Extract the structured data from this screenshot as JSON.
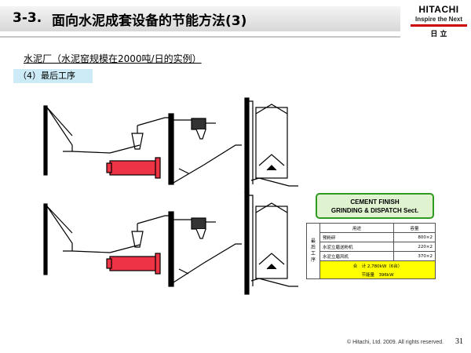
{
  "header": {
    "section_number": "3-3.",
    "title": "面向水泥成套设备的节能方法(3)"
  },
  "logo": {
    "name": "HITACHI",
    "tagline": "Inspire the Next",
    "japanese": "日 立"
  },
  "subtitle": "水泥厂（水泥窑规模在2000吨/日的实例）",
  "step_label": "（4）最后工序",
  "cement_box": {
    "line1": "CEMENT FINISH",
    "line2": "GRINDING & DISPATCH Sect."
  },
  "spec_table": {
    "row_header": "最后工序",
    "col_use": "用途",
    "col_capacity": "容量",
    "rows": [
      {
        "use": "预粉碎",
        "capacity": "800×2"
      },
      {
        "use": "水泥立磨送粉机",
        "capacity": "220×2"
      },
      {
        "use": "水泥立磨风机",
        "capacity": "370×2"
      }
    ],
    "total": "合　计 2,780kW（6台）",
    "saving": "节能量　396kW"
  },
  "colors": {
    "mill_red": "#ee3344",
    "box_green": "#2f9a1f",
    "highlight_yellow": "#ffff00",
    "step_blue": "#ccebf6",
    "logo_red": "#cc0000"
  },
  "footer": {
    "copyright": "© Hitachi, Ltd. 2009.  All rights reserved.",
    "page_number": "31"
  }
}
